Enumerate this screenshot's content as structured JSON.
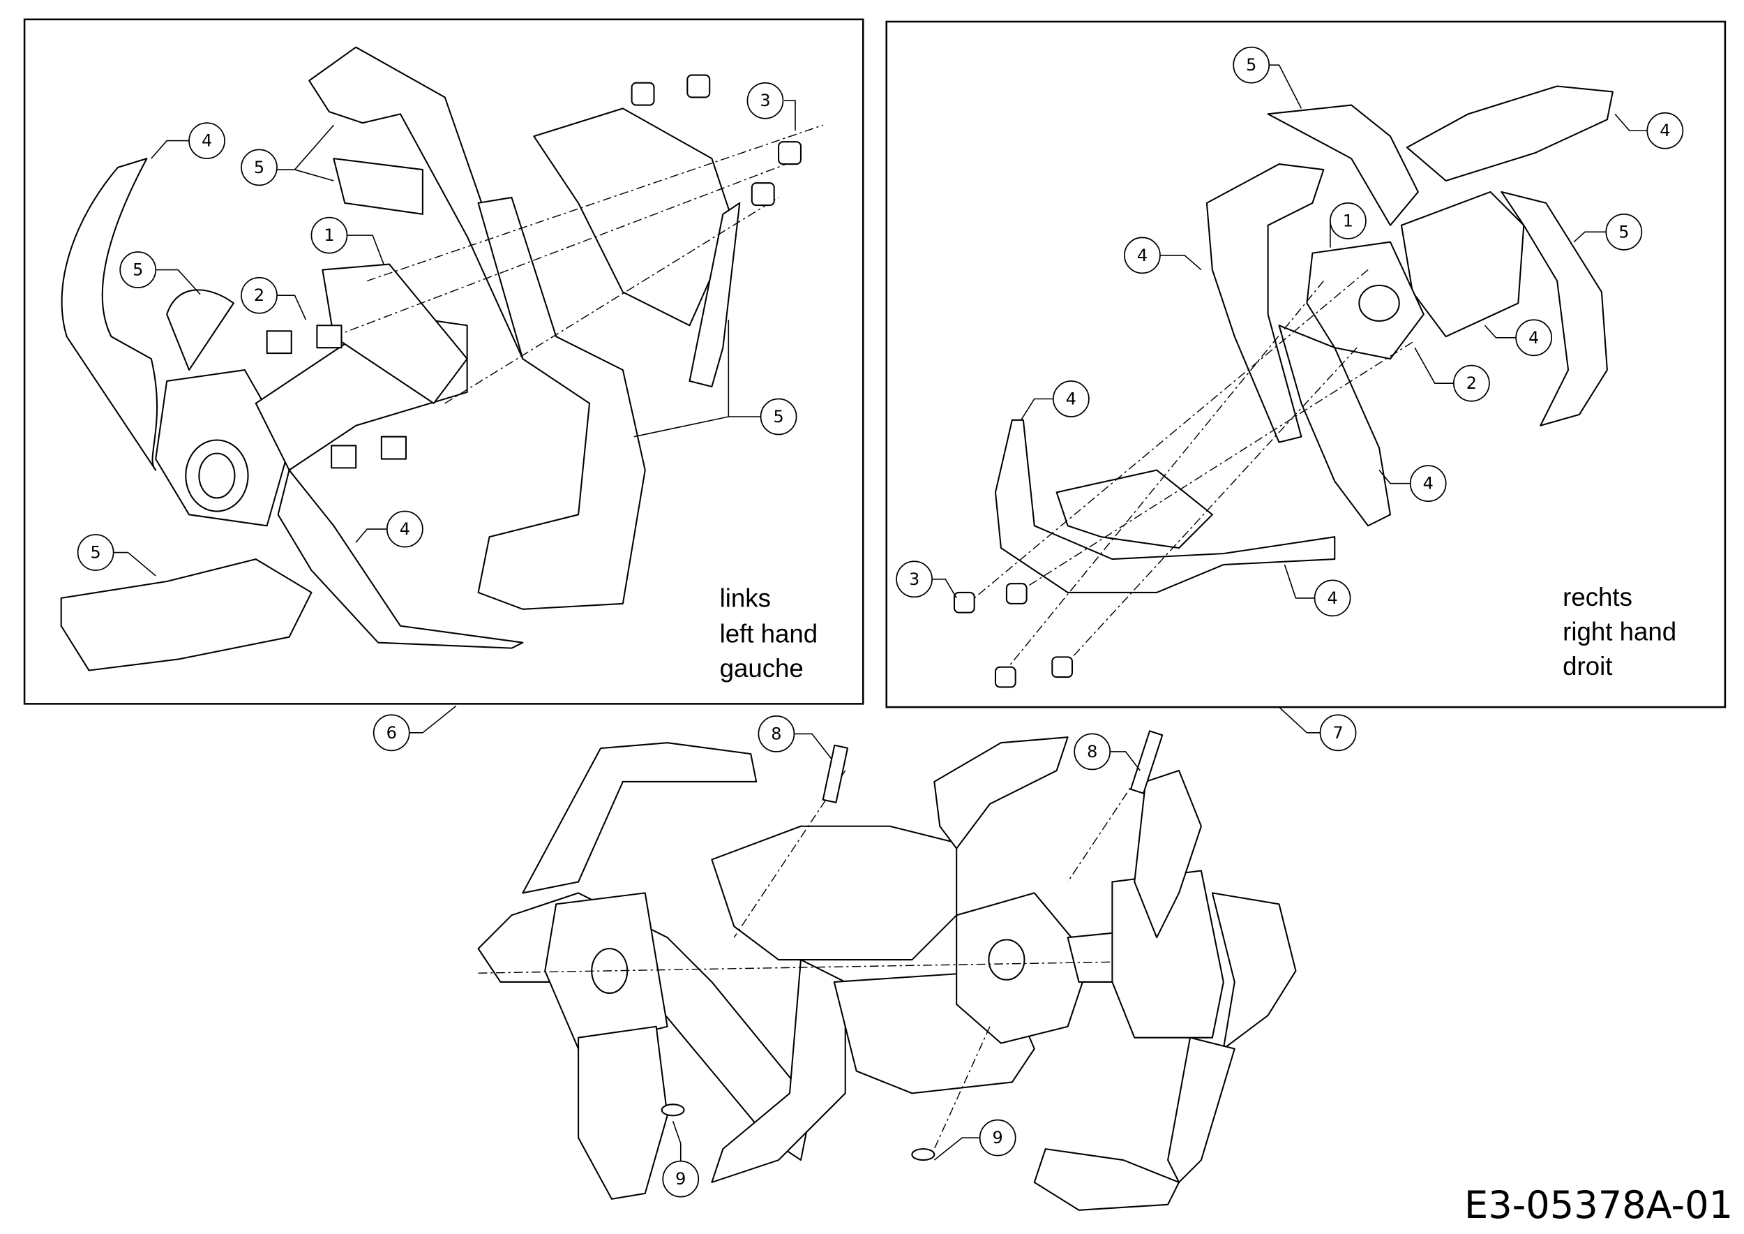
{
  "diagram_code": "E3-05378A-01",
  "left_panel": {
    "label_de": "links",
    "label_en": "left hand",
    "label_fr": "gauche",
    "callouts": [
      "4",
      "5",
      "1",
      "5",
      "2",
      "3",
      "5",
      "4",
      "5"
    ]
  },
  "right_panel": {
    "label_de": "rechts",
    "label_en": "right hand",
    "label_fr": "droit",
    "callouts": [
      "5",
      "4",
      "1",
      "4",
      "5",
      "4",
      "2",
      "4",
      "4",
      "3",
      "4"
    ]
  },
  "assembly": {
    "callouts": [
      "6",
      "7",
      "8",
      "8",
      "9",
      "9"
    ]
  }
}
